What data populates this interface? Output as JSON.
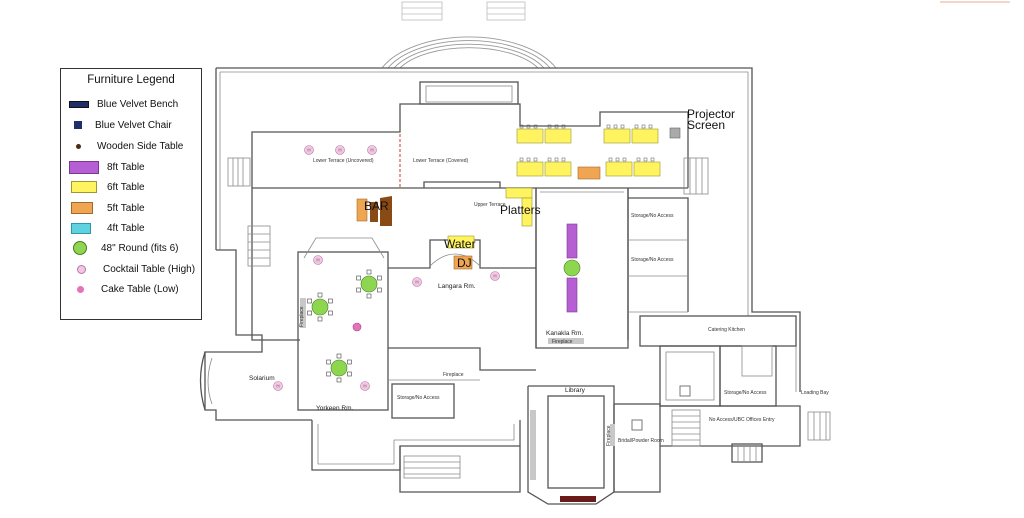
{
  "legend": {
    "title": "Furniture Legend",
    "items": [
      {
        "label": "Blue Velvet Bench",
        "swatch": "bench",
        "color": "#1f2f6b"
      },
      {
        "label": "Blue Velvet Chair",
        "swatch": "chair",
        "color": "#1f2f6b"
      },
      {
        "label": "Wooden Side Table",
        "swatch": "dot",
        "color": "#4a2c10"
      },
      {
        "label": "8ft Table",
        "swatch": "rect8",
        "color": "#b65fd4"
      },
      {
        "label": "6ft Table",
        "swatch": "rect6",
        "color": "#fff35f"
      },
      {
        "label": "5ft Table",
        "swatch": "rect5",
        "color": "#f0a552"
      },
      {
        "label": "4ft Table",
        "swatch": "rect4",
        "color": "#5fd2df"
      },
      {
        "label": "48\" Round (fits 6)",
        "swatch": "round",
        "color": "#8fd650"
      },
      {
        "label": "Cocktail Table (High)",
        "swatch": "cocktail",
        "color": "#f5c6e3"
      },
      {
        "label": "Cake Table (Low)",
        "swatch": "cake",
        "color": "#e673b8"
      }
    ]
  },
  "labels": {
    "projector_line1": "Projector",
    "projector_line2": "Screen",
    "bar": "BAR",
    "platters": "Platters",
    "water": "Water",
    "dj": "DJ",
    "lower_terrace_uncovered": "Lower Terrace (Uncovered)",
    "lower_terrace_covered": "Lower Terrace (Covered)",
    "upper_terrace": "Upper Terrace",
    "storage_no_access_1": "Storage/No Access",
    "storage_no_access_2": "Storage/No Access",
    "langara": "Langara Rm.",
    "kanakla": "Kanakla Rm.",
    "fireplace_kanakla": "Fireplace",
    "catering_kitchen": "Catering Kitchen",
    "solarium": "Solarium",
    "yorkeen": "Yorkeen Rm.",
    "fireplace_yorkeen": "Fireplace",
    "fireplace_center": "Fireplace",
    "storage_no_access_3": "Storage/No Access",
    "library": "Library",
    "fireplace_library": "Fireplace",
    "bridal_powder": "Bridal/Powder Room",
    "storage_no_access_4": "Storage/No Access",
    "loading_bay": "Loading Bay",
    "no_access_offices": "No Access/UBC Offices Entry"
  },
  "cocktail_marker": "H",
  "colors": {
    "table8": "#b65fd4",
    "table6": "#fff35f",
    "table5": "#f0a552",
    "round": "#8fd650",
    "cocktail": "#f5c6e3",
    "cake": "#e673b8",
    "bench": "#1f2f6b",
    "bar_wood": "#8a4a14",
    "projector": "#aaaaaa",
    "fireplace": "#c8c8c8",
    "library_hearth": "#6b1a1a"
  }
}
